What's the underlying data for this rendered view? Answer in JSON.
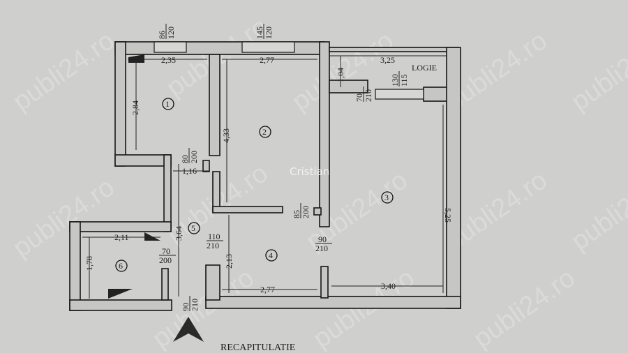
{
  "watermark": "publi24.ro",
  "owner_label": "Cristian",
  "summary_heading": "RECAPITULATIE",
  "rooms": [
    "1",
    "2",
    "3",
    "4",
    "5",
    "6"
  ],
  "logia_label": "LOGIE",
  "dimensions": {
    "room1_width": "2,35",
    "room1_depth": "2,84",
    "room2_width": "2,77",
    "room2_depth": "4,33",
    "logia_width": "3,25",
    "logia_depth": "1,04",
    "room3_width": "3,40",
    "room3_depth": "5,25",
    "room4_width": "2,77",
    "room4_depth": "2,13",
    "hall_width": "1,16",
    "hall_depth": "3,64",
    "room6_width": "2,11",
    "room6_depth": "1,78"
  },
  "openings": {
    "win1": [
      "86",
      "120"
    ],
    "win2": [
      "145",
      "120"
    ],
    "win_logia": [
      "130",
      "115"
    ],
    "door_logia": [
      "70",
      "210"
    ],
    "door1": [
      "80",
      "200"
    ],
    "door2": [
      "85",
      "200"
    ],
    "door4": [
      "110",
      "210"
    ],
    "door3": [
      "90",
      "210"
    ],
    "door6": [
      "70",
      "200"
    ],
    "entrance": [
      "90",
      "210"
    ]
  }
}
